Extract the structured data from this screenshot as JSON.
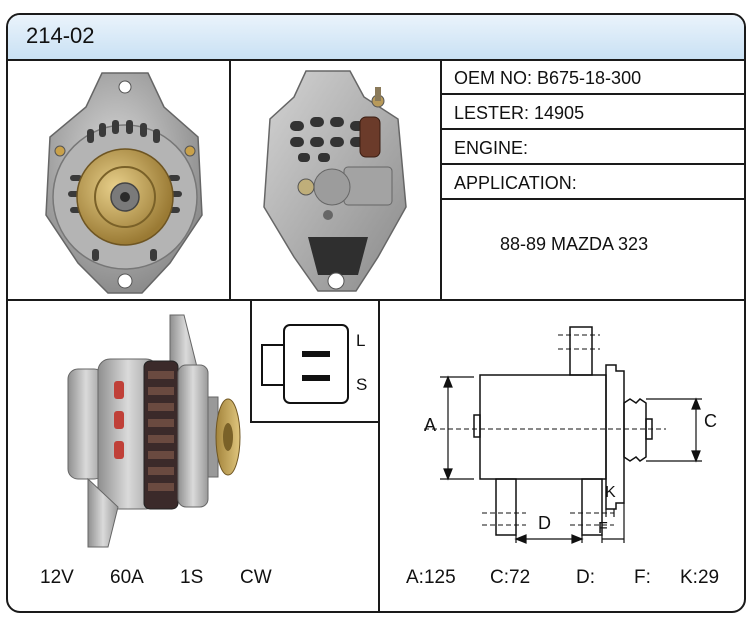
{
  "title": "214-02",
  "info": {
    "oem": "OEM NO: B675-18-300",
    "lester": "LESTER: 14905",
    "engine": "ENGINE:",
    "application_label": "APPLICATION:",
    "application_value": "88-89 MAZDA 323"
  },
  "specs": {
    "voltage": "12V",
    "amperage": "60A",
    "connector": "1S",
    "rotation": "CW"
  },
  "plug": {
    "pin_top": "L",
    "pin_bottom": "S"
  },
  "dimensions": {
    "labels": {
      "a": "A",
      "c": "C",
      "d": "D",
      "f": "F",
      "k": "K"
    },
    "values": {
      "a": "A:125",
      "c": "C:72",
      "d": "D:",
      "f": "F:",
      "k": "K:29"
    }
  }
}
